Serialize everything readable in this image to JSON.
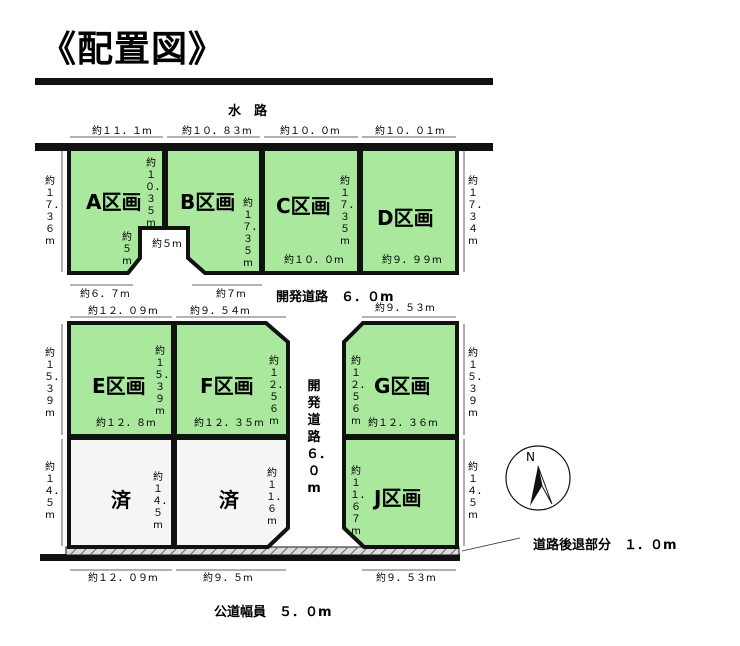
{
  "title": "《配置図》",
  "top_label": "水　路",
  "road_h": "開発道路　６．０m",
  "road_v": "開発道路６．０m",
  "road_setback": "道路後退部分　１．０m",
  "public_road": "公道幅員　５．０m",
  "north": "N",
  "colors": {
    "lot": "#aae89e",
    "sold": "#f5f5f5",
    "line": "#111111"
  },
  "lots": {
    "A": "A区画",
    "B": "B区画",
    "C": "C区画",
    "D": "D区画",
    "E": "E区画",
    "F": "F区画",
    "G": "G区画",
    "J": "J区画",
    "s1": "済",
    "s2": "済"
  },
  "dims": {
    "top_a": "約１１．１m",
    "top_b": "約１０．８３m",
    "top_c": "約１０．０m",
    "top_d": "約１０．０１m",
    "left1": "約１７．３６m",
    "right1": "約１７．３４m",
    "a_in": "約１０．３５m",
    "a_in2": "約５m",
    "a_notch": "約５m",
    "b_in": "約１７．３５m",
    "c_in": "約１７．３５m",
    "c_bot": "約１０．０m",
    "d_bot": "約９．９９m",
    "mid_67": "約６．７m",
    "mid_7": "約７m",
    "e_top": "約１２．０９m",
    "f_top": "約９．５４m",
    "g_top": "約９．５３m",
    "left2": "約１５．３９m",
    "right2": "約１５．３９m",
    "e_in": "約１５．３９m",
    "f_in": "約１２．５６m",
    "g_in": "約１２．５６m",
    "e_bot": "約１２．８m",
    "f_bot": "約１２．３５m",
    "g_bot": "約１２．３６m",
    "left3": "約１４．５m",
    "right3": "約１４．５m",
    "s1_in": "約１４．５m",
    "s2_in": "約１１．６m",
    "j_in": "約１１．６７m",
    "bot_1": "約１２．０９m",
    "bot_2": "約９．５m",
    "bot_3": "約９．５３m"
  }
}
